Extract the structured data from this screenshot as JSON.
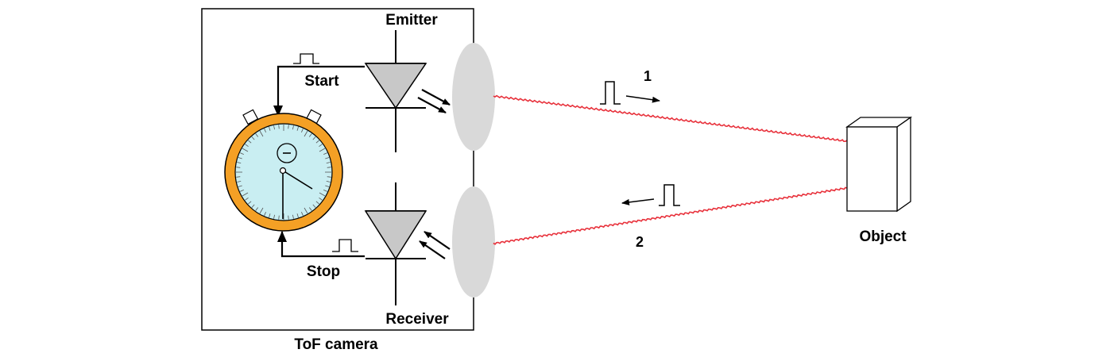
{
  "labels": {
    "emitter": "Emitter",
    "receiver": "Receiver",
    "start": "Start",
    "stop": "Stop",
    "camera": "ToF camera",
    "object": "Object",
    "ray_out": "1",
    "ray_back": "2"
  },
  "colors": {
    "laser": "#e8323c",
    "stopwatch_ring": "#f4a025",
    "stopwatch_face": "#c9eef2",
    "lens": "#d9d9d9",
    "diode": "#c8c8c8"
  }
}
